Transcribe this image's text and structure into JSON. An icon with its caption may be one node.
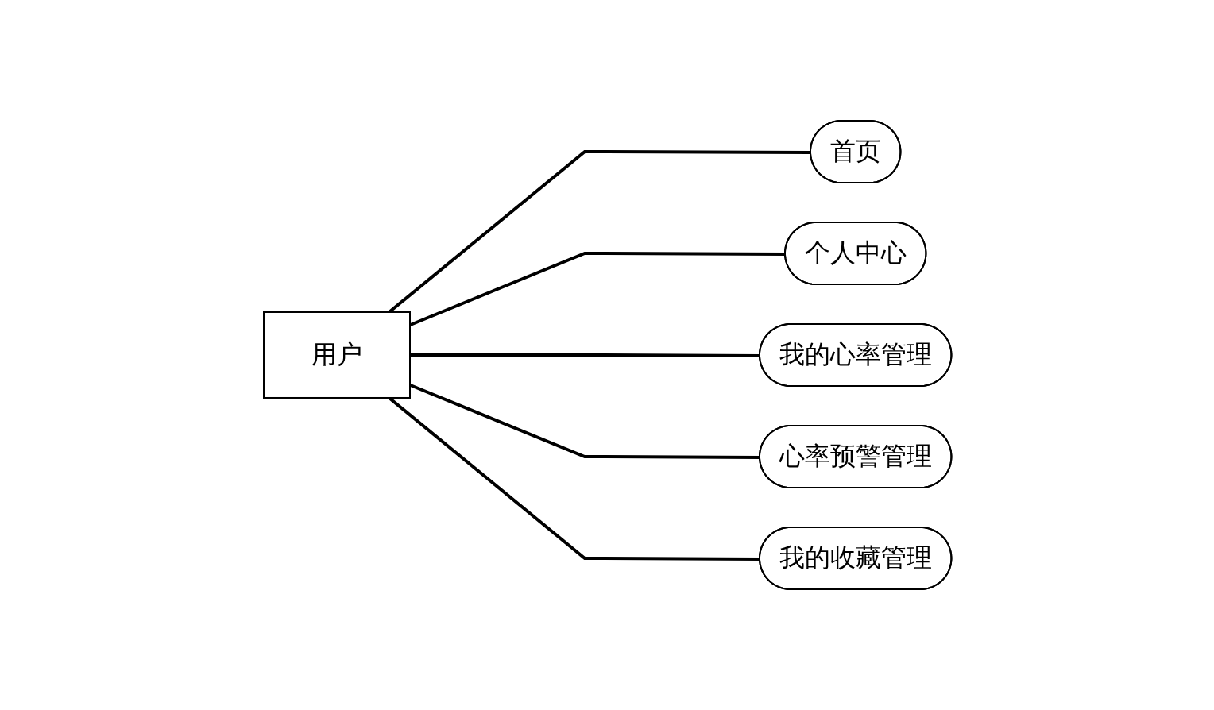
{
  "diagram": {
    "nodes": [
      {
        "text": [
          "用户"
        ]
      },
      {
        "text": [
          "首页"
        ]
      },
      {
        "text": [
          "个人中心"
        ]
      },
      {
        "text": [
          "我的心率管理"
        ]
      },
      {
        "text": [
          "心率预警管理"
        ]
      },
      {
        "text": [
          "我的收藏管理"
        ]
      }
    ],
    "edges": [
      {
        "from": 0,
        "to": 1,
        "arrow": "none"
      },
      {
        "from": 0,
        "to": 2,
        "arrow": "none"
      },
      {
        "from": 0,
        "to": 3,
        "arrow": "none"
      },
      {
        "from": 0,
        "to": 4,
        "arrow": "none"
      },
      {
        "from": 0,
        "to": 5,
        "arrow": "none"
      }
    ]
  }
}
